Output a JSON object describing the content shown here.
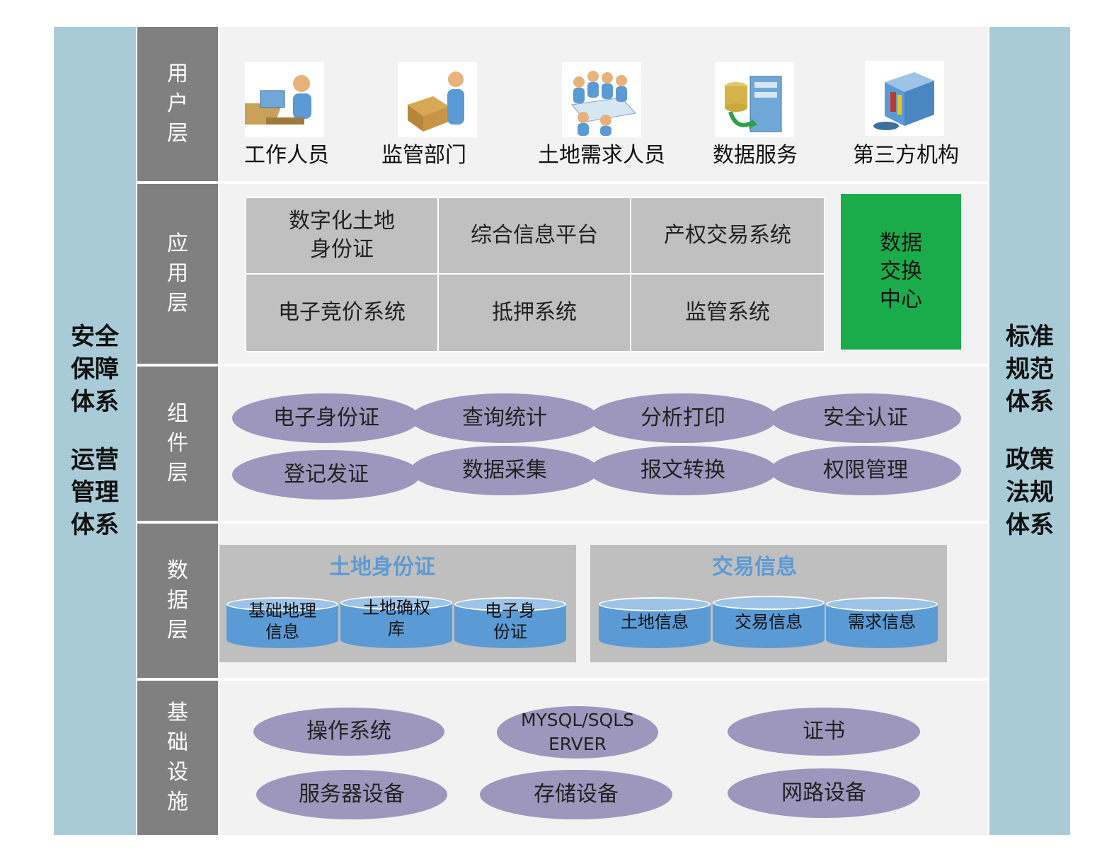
{
  "left_panel": {
    "groups": [
      [
        "安全",
        "保障",
        "体系"
      ],
      [
        "运营",
        "管理",
        "体系"
      ]
    ]
  },
  "right_panel": {
    "groups": [
      [
        "标准",
        "规范",
        "体系"
      ],
      [
        "政策",
        "法规",
        "体系"
      ]
    ]
  },
  "layers": {
    "user": {
      "label": [
        "用",
        "户",
        "层"
      ],
      "items": [
        {
          "label": "工作人员",
          "icon": "worker-icon"
        },
        {
          "label": "监管部门",
          "icon": "supervisor-icon"
        },
        {
          "label": "土地需求人员",
          "icon": "meeting-group-icon"
        },
        {
          "label": "数据服务",
          "icon": "data-service-icon"
        },
        {
          "label": "第三方机构",
          "icon": "institution-icon"
        }
      ]
    },
    "application": {
      "label": [
        "应",
        "用",
        "层"
      ],
      "cells": [
        [
          "数字化土地",
          "身份证"
        ],
        [
          "综合信息平台"
        ],
        [
          "产权交易系统"
        ],
        [
          "电子竞价系统"
        ],
        [
          "抵押系统"
        ],
        [
          "监管系统"
        ]
      ],
      "exchange": [
        "数据",
        "交换",
        "中心"
      ],
      "exchange_color": "#1aab4a"
    },
    "component": {
      "label": [
        "组",
        "件",
        "层"
      ],
      "items": [
        "电子身份证",
        "查询统计",
        "分析打印",
        "安全认证",
        "登记发证",
        "数据采集",
        "报文转换",
        "权限管理"
      ],
      "ellipse_color": "#9d97bd"
    },
    "data": {
      "label": [
        "数",
        "据",
        "层"
      ],
      "panels": [
        {
          "title": "土地身份证",
          "dbs": [
            [
              "基础地理",
              "信息"
            ],
            [
              "土地确权",
              "库"
            ],
            [
              "电子身",
              "份证"
            ]
          ]
        },
        {
          "title": "交易信息",
          "dbs": [
            [
              "土地信息"
            ],
            [
              "交易信息"
            ],
            [
              "需求信息"
            ]
          ]
        }
      ],
      "db_color": "#5b9bd5"
    },
    "infrastructure": {
      "label": [
        "基",
        "础",
        "设",
        "施"
      ],
      "items": [
        [
          "操作系统"
        ],
        [
          "MYSQL/SQLS",
          "ERVER"
        ],
        [
          "证书"
        ],
        [
          "服务器设备"
        ],
        [
          "存储设备"
        ],
        [
          "网路设备"
        ]
      ]
    }
  }
}
